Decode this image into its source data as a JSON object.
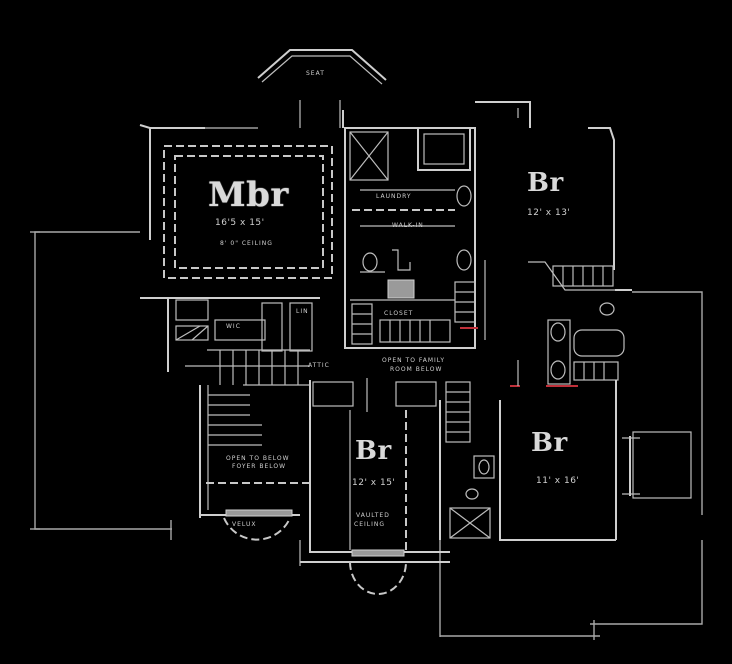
{
  "drawing": {
    "type": "second floor plan",
    "background": "#000000",
    "line_color": "#cfcfcf",
    "accent_color": "#c0303a"
  },
  "rooms": {
    "master": {
      "label": "Mbr",
      "dims": "16'5 x 15'",
      "note": "8' 0\" CEILING"
    },
    "bed_ne": {
      "label": "Br",
      "dims": "12' x 13'"
    },
    "bed_center": {
      "label": "Br",
      "dims": "12' x 15'",
      "note_1": "VAULTED",
      "note_2": "CEILING"
    },
    "bed_se": {
      "label": "Br",
      "dims": "11' x 16'"
    }
  },
  "notes": {
    "open_to_below": "OPEN TO BELOW",
    "foyer_below": "FOYER BELOW",
    "bridge_line1": "OPEN TO FAMILY",
    "bridge_line2": "ROOM BELOW",
    "top_bay": "SEAT",
    "laundry": "LAUNDRY",
    "walk_in": "WALK-IN",
    "closet": "CLOSET",
    "linen": "LIN",
    "attic": "ATTIC",
    "wic": "WIC",
    "balcony_label": "VELUX"
  }
}
